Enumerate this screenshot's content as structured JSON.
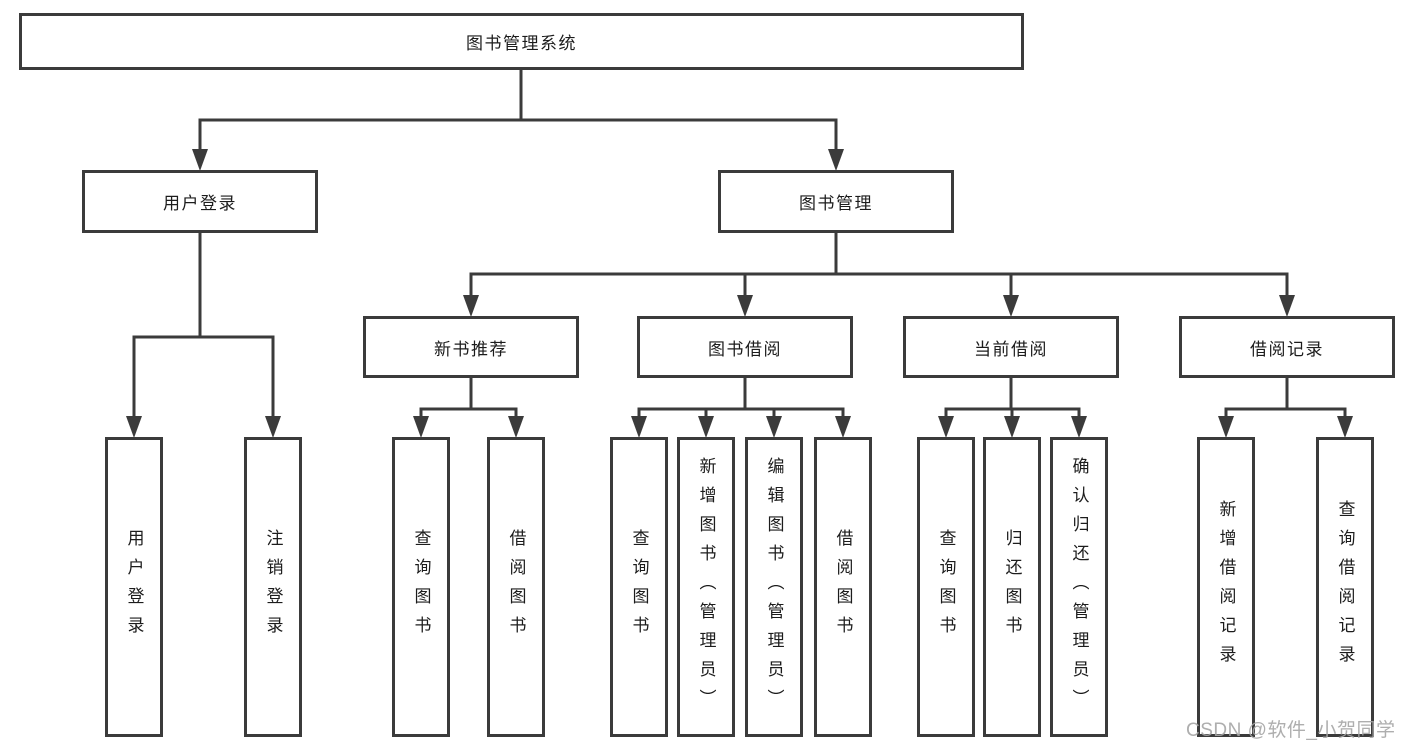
{
  "diagram": {
    "type": "hierarchy-tree",
    "colors": {
      "line": "#3b3b3b",
      "box_border": "#3b3b3b",
      "box_fill": "#ffffff",
      "text": "#1c1c1c",
      "background": "#ffffff",
      "watermark": "#a5a5a5"
    },
    "root": {
      "label": "图书管理系统"
    },
    "branches": [
      {
        "label": "用户登录",
        "children": [
          {
            "label": "用户登录"
          },
          {
            "label": "注销登录"
          }
        ]
      },
      {
        "label": "图书管理",
        "children": [
          {
            "label": "新书推荐",
            "children": [
              {
                "label": "查询图书"
              },
              {
                "label": "借阅图书"
              }
            ]
          },
          {
            "label": "图书借阅",
            "children": [
              {
                "label": "查询图书"
              },
              {
                "label": "新增图书（管理员）"
              },
              {
                "label": "编辑图书（管理员）"
              },
              {
                "label": "借阅图书"
              }
            ]
          },
          {
            "label": "当前借阅",
            "children": [
              {
                "label": "查询图书"
              },
              {
                "label": "归还图书"
              },
              {
                "label": "确认归还（管理员）"
              }
            ]
          },
          {
            "label": "借阅记录",
            "children": [
              {
                "label": "新增借阅记录"
              },
              {
                "label": "查询借阅记录"
              }
            ]
          }
        ]
      }
    ],
    "watermark": "CSDN @软件_小贺同学"
  }
}
